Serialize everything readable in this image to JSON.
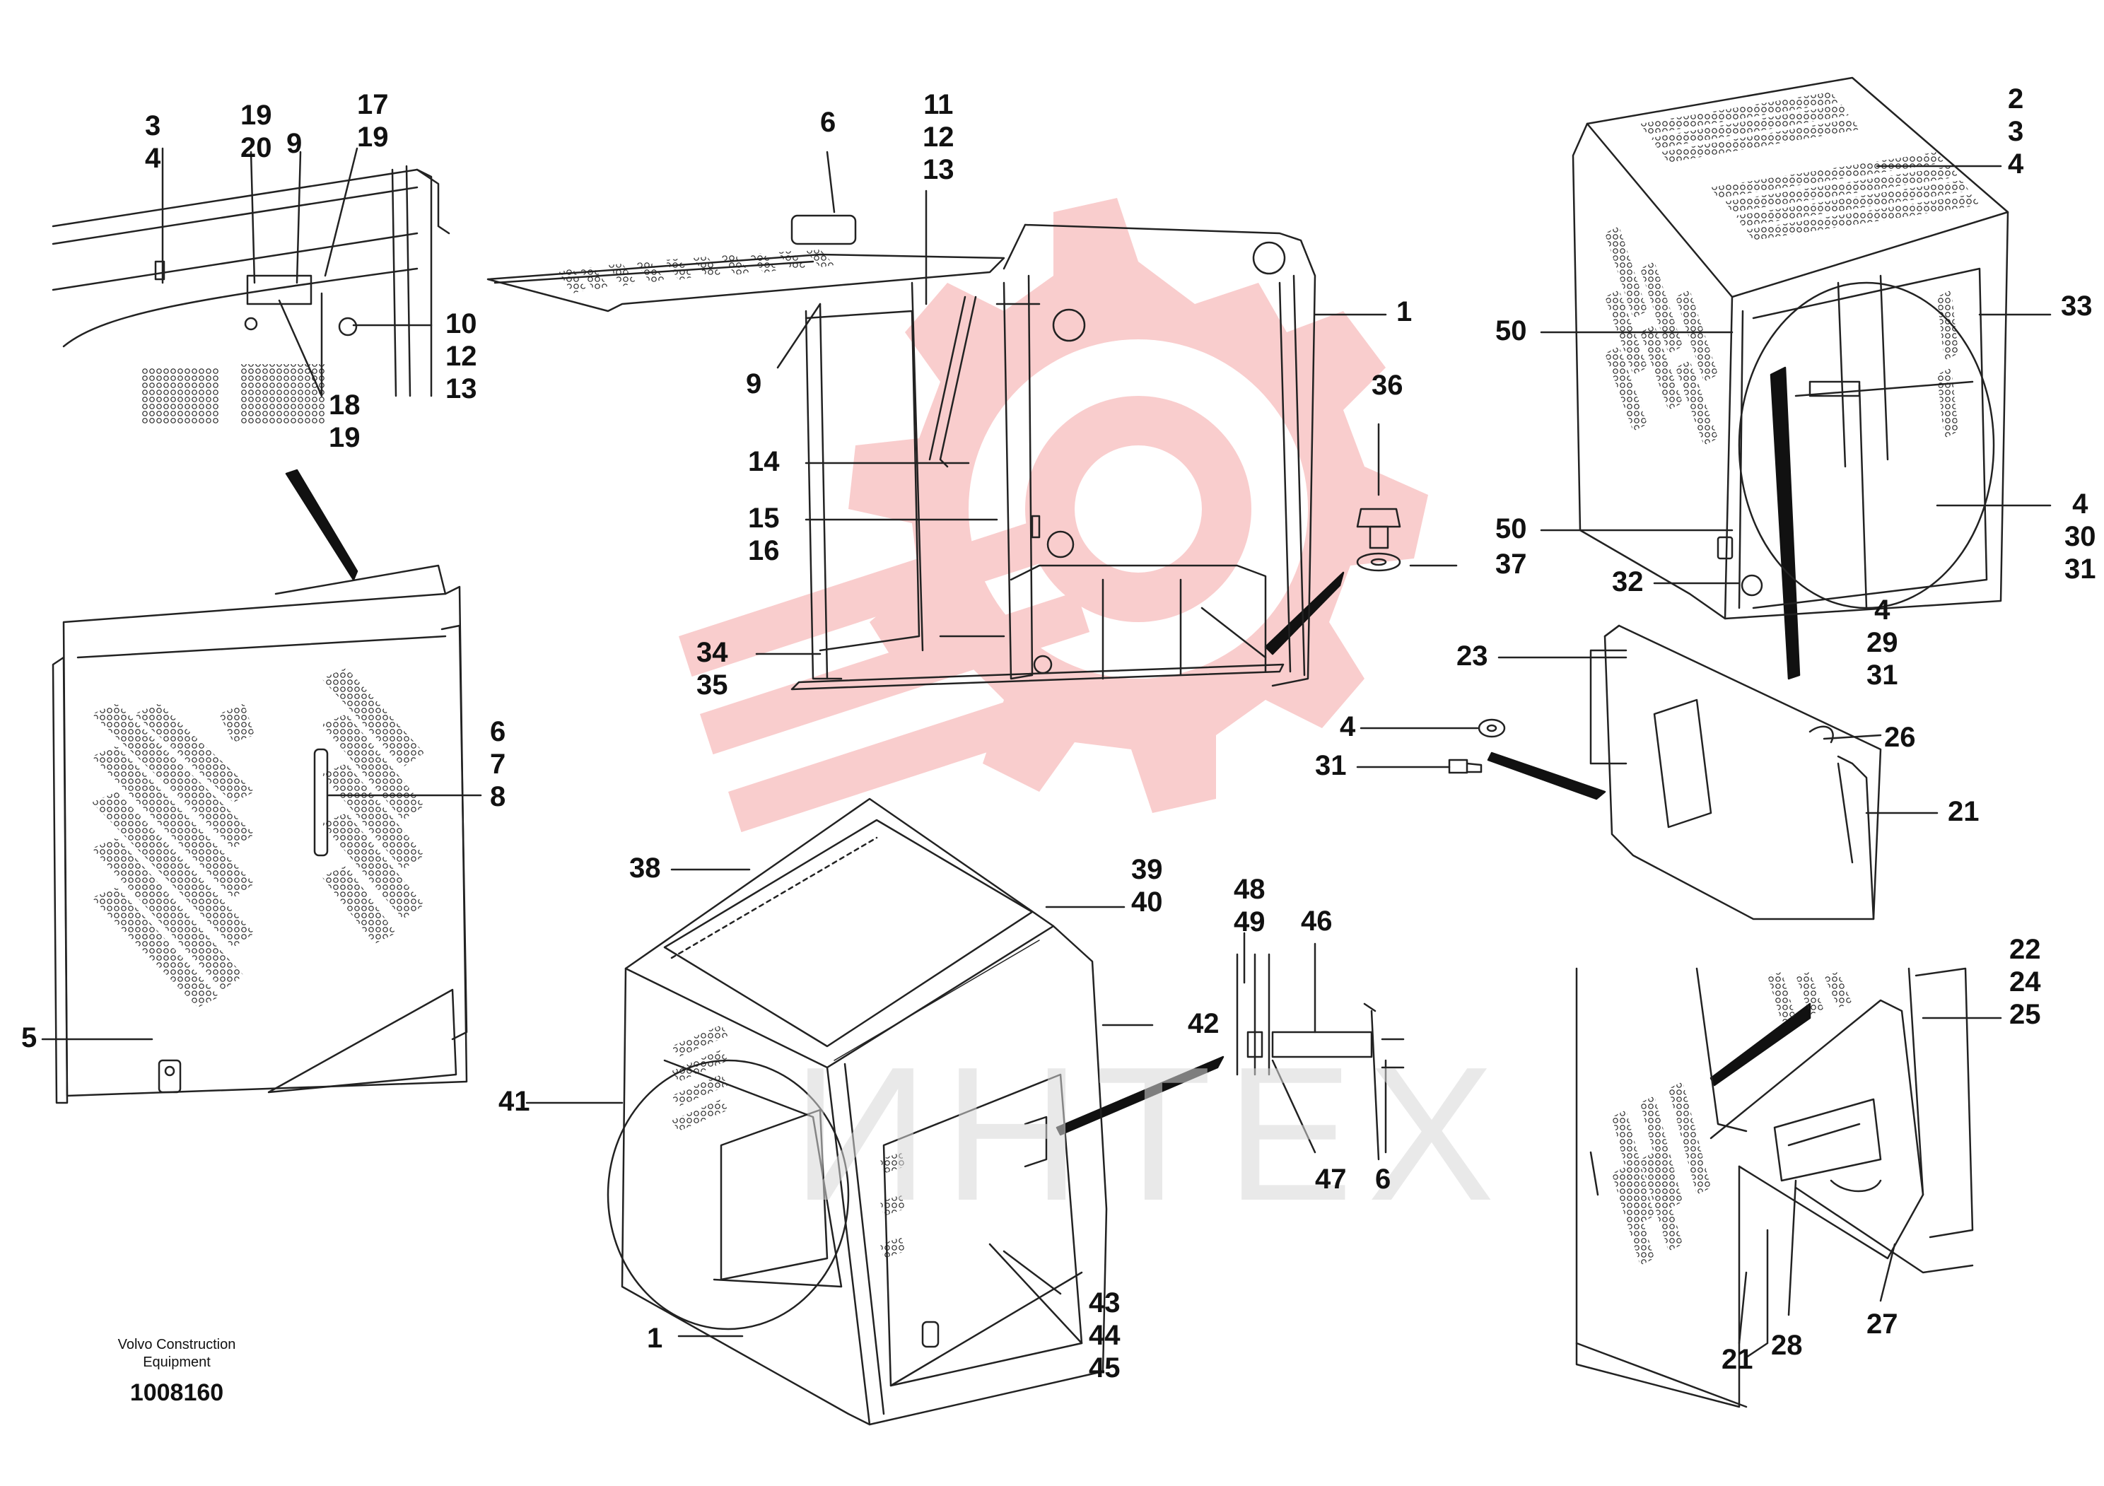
{
  "watermark": {
    "text": "ИНТЕХ",
    "logo_color": "#f2a0a0"
  },
  "credit": {
    "line1": "Volvo Construction",
    "line2": "Equipment",
    "reference": "1008160"
  },
  "callouts": [
    {
      "id": "c-3-4",
      "lines": [
        "3",
        "4"
      ]
    },
    {
      "id": "c-19-20",
      "lines": [
        "19",
        "20"
      ]
    },
    {
      "id": "c-9-top",
      "lines": [
        "9"
      ]
    },
    {
      "id": "c-17-19",
      "lines": [
        "17",
        "19"
      ]
    },
    {
      "id": "c-10-12-13",
      "lines": [
        "10",
        "12",
        "13"
      ]
    },
    {
      "id": "c-18-19",
      "lines": [
        "18",
        "19"
      ]
    },
    {
      "id": "c-6-top",
      "lines": [
        "6"
      ]
    },
    {
      "id": "c-11-12-13",
      "lines": [
        "11",
        "12",
        "13"
      ]
    },
    {
      "id": "c-1-top",
      "lines": [
        "1"
      ]
    },
    {
      "id": "c-9-mid",
      "lines": [
        "9"
      ]
    },
    {
      "id": "c-14",
      "lines": [
        "14"
      ]
    },
    {
      "id": "c-15-16",
      "lines": [
        "15",
        "16"
      ]
    },
    {
      "id": "c-34-35",
      "lines": [
        "34",
        "35"
      ]
    },
    {
      "id": "c-36",
      "lines": [
        "36"
      ]
    },
    {
      "id": "c-37",
      "lines": [
        "37"
      ]
    },
    {
      "id": "c-2-3-4",
      "lines": [
        "2",
        "3",
        "4"
      ]
    },
    {
      "id": "c-33",
      "lines": [
        "33"
      ]
    },
    {
      "id": "c-50-top",
      "lines": [
        "50"
      ]
    },
    {
      "id": "c-50-bot",
      "lines": [
        "50"
      ]
    },
    {
      "id": "c-4-30-31",
      "lines": [
        "4",
        "30",
        "31"
      ]
    },
    {
      "id": "c-32",
      "lines": [
        "32"
      ]
    },
    {
      "id": "c-4-29-31",
      "lines": [
        "4",
        "29",
        "31"
      ]
    },
    {
      "id": "c-23",
      "lines": [
        "23"
      ]
    },
    {
      "id": "c-26",
      "lines": [
        "26"
      ]
    },
    {
      "id": "c-4-washer",
      "lines": [
        "4"
      ]
    },
    {
      "id": "c-31-bolt",
      "lines": [
        "31"
      ]
    },
    {
      "id": "c-21-right",
      "lines": [
        "21"
      ]
    },
    {
      "id": "c-6-7-8",
      "lines": [
        "6",
        "7",
        "8"
      ]
    },
    {
      "id": "c-5",
      "lines": [
        "5"
      ]
    },
    {
      "id": "c-38",
      "lines": [
        "38"
      ]
    },
    {
      "id": "c-39-40",
      "lines": [
        "39",
        "40"
      ]
    },
    {
      "id": "c-48-49",
      "lines": [
        "48",
        "49"
      ]
    },
    {
      "id": "c-46",
      "lines": [
        "46"
      ]
    },
    {
      "id": "c-42",
      "lines": [
        "42"
      ]
    },
    {
      "id": "c-41",
      "lines": [
        "41"
      ]
    },
    {
      "id": "c-47",
      "lines": [
        "47"
      ]
    },
    {
      "id": "c-6-bot",
      "lines": [
        "6"
      ]
    },
    {
      "id": "c-43-44-45",
      "lines": [
        "43",
        "44",
        "45"
      ]
    },
    {
      "id": "c-1-bot",
      "lines": [
        "1"
      ]
    },
    {
      "id": "c-22-24-25",
      "lines": [
        "22",
        "24",
        "25"
      ]
    },
    {
      "id": "c-21-bot",
      "lines": [
        "21"
      ]
    },
    {
      "id": "c-28",
      "lines": [
        "28"
      ]
    },
    {
      "id": "c-27",
      "lines": [
        "27"
      ]
    }
  ]
}
